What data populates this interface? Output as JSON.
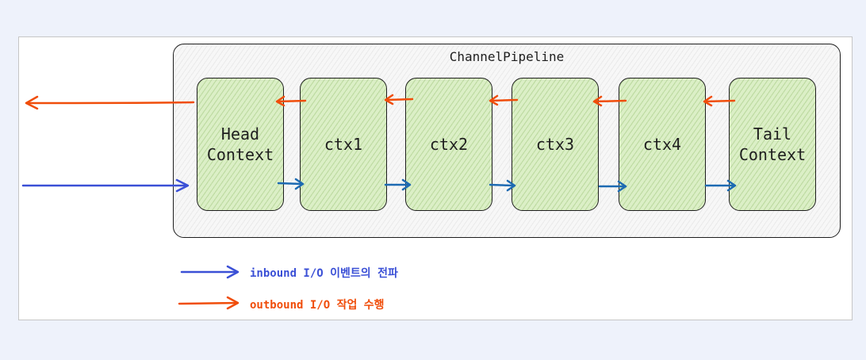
{
  "pipeline": {
    "title": "ChannelPipeline"
  },
  "nodes": [
    {
      "id": "head",
      "label_line1": "Head",
      "label_line2": "Context"
    },
    {
      "id": "ctx1",
      "label_line1": "ctx1"
    },
    {
      "id": "ctx2",
      "label_line1": "ctx2"
    },
    {
      "id": "ctx3",
      "label_line1": "ctx3"
    },
    {
      "id": "ctx4",
      "label_line1": "ctx4"
    },
    {
      "id": "tail",
      "label_line1": "Tail",
      "label_line2": "Context"
    }
  ],
  "legend": {
    "inbound": {
      "text": "inbound I/O 이벤트의 전파",
      "color": "#3b50d6"
    },
    "outbound": {
      "text": "outbound I/O 작업 수행",
      "color": "#f04d0a"
    }
  },
  "colors": {
    "inbound_arrow": "#1d6ab2",
    "outbound_arrow": "#f04d0a",
    "inbound_external_arrow": "#3b50d6",
    "node_fill": "#dbefc6",
    "background": "#eef2fb"
  }
}
